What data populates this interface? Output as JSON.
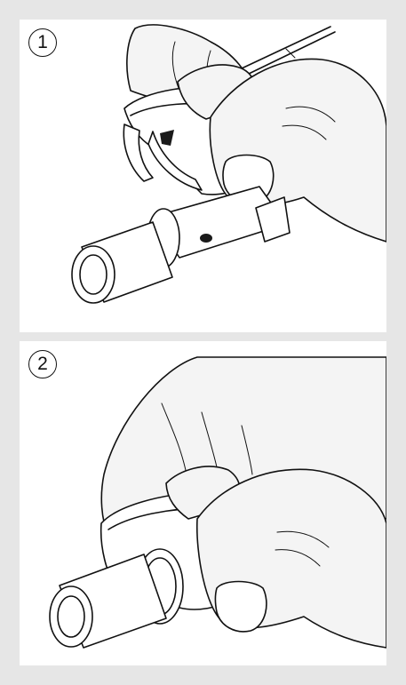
{
  "frame": {
    "background": "#e6e6e6",
    "panel_background": "#ffffff",
    "line_color": "#111111"
  },
  "steps": [
    {
      "number": "1",
      "illustration": "hand-holding-sensor-above-airway-adapter"
    },
    {
      "number": "2",
      "illustration": "hand-snapping-sensor-onto-airway-adapter"
    }
  ]
}
